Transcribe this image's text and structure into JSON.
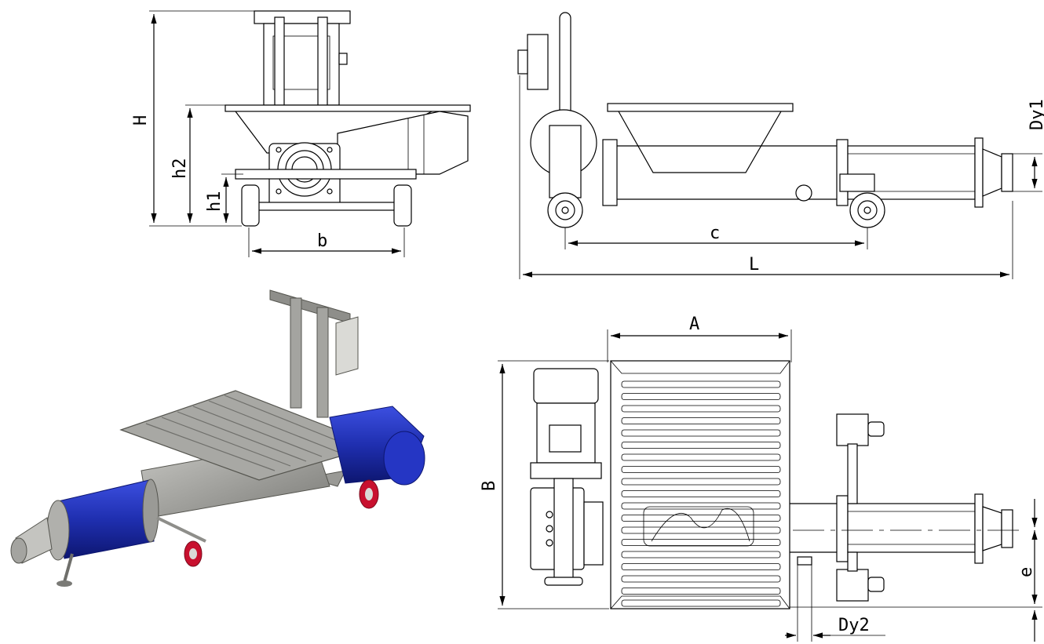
{
  "colors": {
    "line": "#000000",
    "steel": "#9a9a96",
    "steel_dark": "#6f6f6b",
    "motor_blue": "#1f2fb0",
    "wheel_red": "#c8102e"
  },
  "views": {
    "front": {
      "dims": {
        "H": "H",
        "h2": "h2",
        "h1": "h1",
        "b": "b"
      }
    },
    "side": {
      "dims": {
        "Dy1": "Dy1",
        "c": "c",
        "L": "L"
      }
    },
    "top": {
      "dims": {
        "A": "A",
        "B": "B",
        "Dy2": "Dy2",
        "e": "e"
      }
    },
    "render": {
      "icon": "pump-3d-render-icon"
    }
  }
}
